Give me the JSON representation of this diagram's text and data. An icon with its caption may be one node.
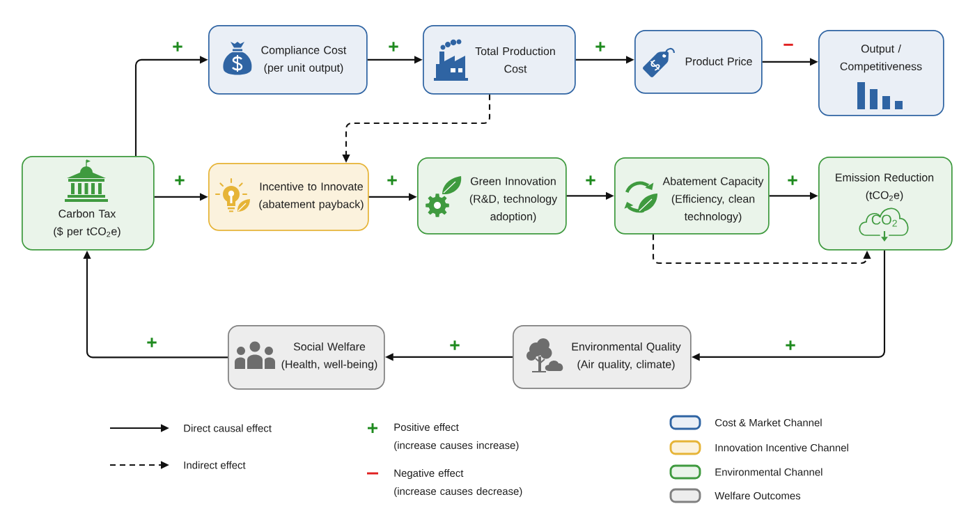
{
  "diagram": {
    "nodes": [
      {
        "text": [
          "Compliance Cost",
          "(per unit output)"
        ]
      },
      {
        "text": [
          "Total Production Cost"
        ]
      },
      {
        "text": [
          "Product Price"
        ]
      },
      {
        "text": [
          "Output / Competitiveness"
        ]
      },
      {
        "text": [
          "Carbon Tax",
          "($ per tCO$_{2}$e)"
        ]
      },
      {
        "text": [
          "Incentive to Innovate",
          "(abatement payback)"
        ]
      },
      {
        "text": [
          "Green Innovation",
          "(R&D, technology adoption)"
        ]
      },
      {
        "text": [
          "Abatement Capacity",
          "(Efficiency, clean technology)"
        ]
      },
      {
        "text": [
          "Emission Reduction",
          "(tCO$_{2}$e)",
          "CO$_{2}$"
        ]
      },
      {
        "text": [
          "Social Welfare",
          "(Health, well-being)"
        ]
      },
      {
        "text": [
          "Environmental Quality",
          "(Air quality, climate)"
        ]
      }
    ],
    "edges": [
      {
        "from": 4,
        "to": 0,
        "arrow": "to",
        "label": "+"
      },
      {
        "from": 0,
        "to": 1,
        "arrow": "to",
        "label": "+"
      },
      {
        "from": 1,
        "to": 2,
        "arrow": "to",
        "label": "+"
      },
      {
        "from": 2,
        "to": 3,
        "arrow": "to",
        "label": "−"
      },
      {
        "from": 1,
        "to": 5,
        "arrow": "to",
        "style": "dashed"
      },
      {
        "from": 4,
        "to": 5,
        "arrow": "to",
        "label": "+"
      },
      {
        "from": 5,
        "to": 6,
        "arrow": "to",
        "label": "+"
      },
      {
        "from": 6,
        "to": 7,
        "arrow": "to",
        "label": "+"
      },
      {
        "from": 7,
        "to": 8,
        "arrow": "to",
        "label": "+"
      },
      {
        "from": 7,
        "to": 8,
        "arrow": "to",
        "style": "dashed"
      },
      {
        "from": 8,
        "to": 10,
        "arrow": "to",
        "label": "+"
      },
      {
        "from": 10,
        "to": 9,
        "arrow": "to",
        "label": "+"
      },
      {
        "from": 9,
        "to": 4,
        "arrow": "to",
        "label": "+"
      }
    ],
    "legend": [
      {
        "text": "Direct causal effect"
      },
      {
        "text": "Indirect effect"
      },
      {
        "text": "Positive effect (increase causes increase)"
      },
      {
        "text": "Negative effect (increase causes decrease)"
      },
      {
        "text": "Cost & Market Channel",
        "color": "#2f64a3"
      },
      {
        "text": "Innovation Incentive Channel",
        "color": "#e6b437"
      },
      {
        "text": "Environmental Channel",
        "color": "#3f9a3f"
      },
      {
        "text": "Welfare Outcomes",
        "color": "#808080"
      }
    ]
  }
}
